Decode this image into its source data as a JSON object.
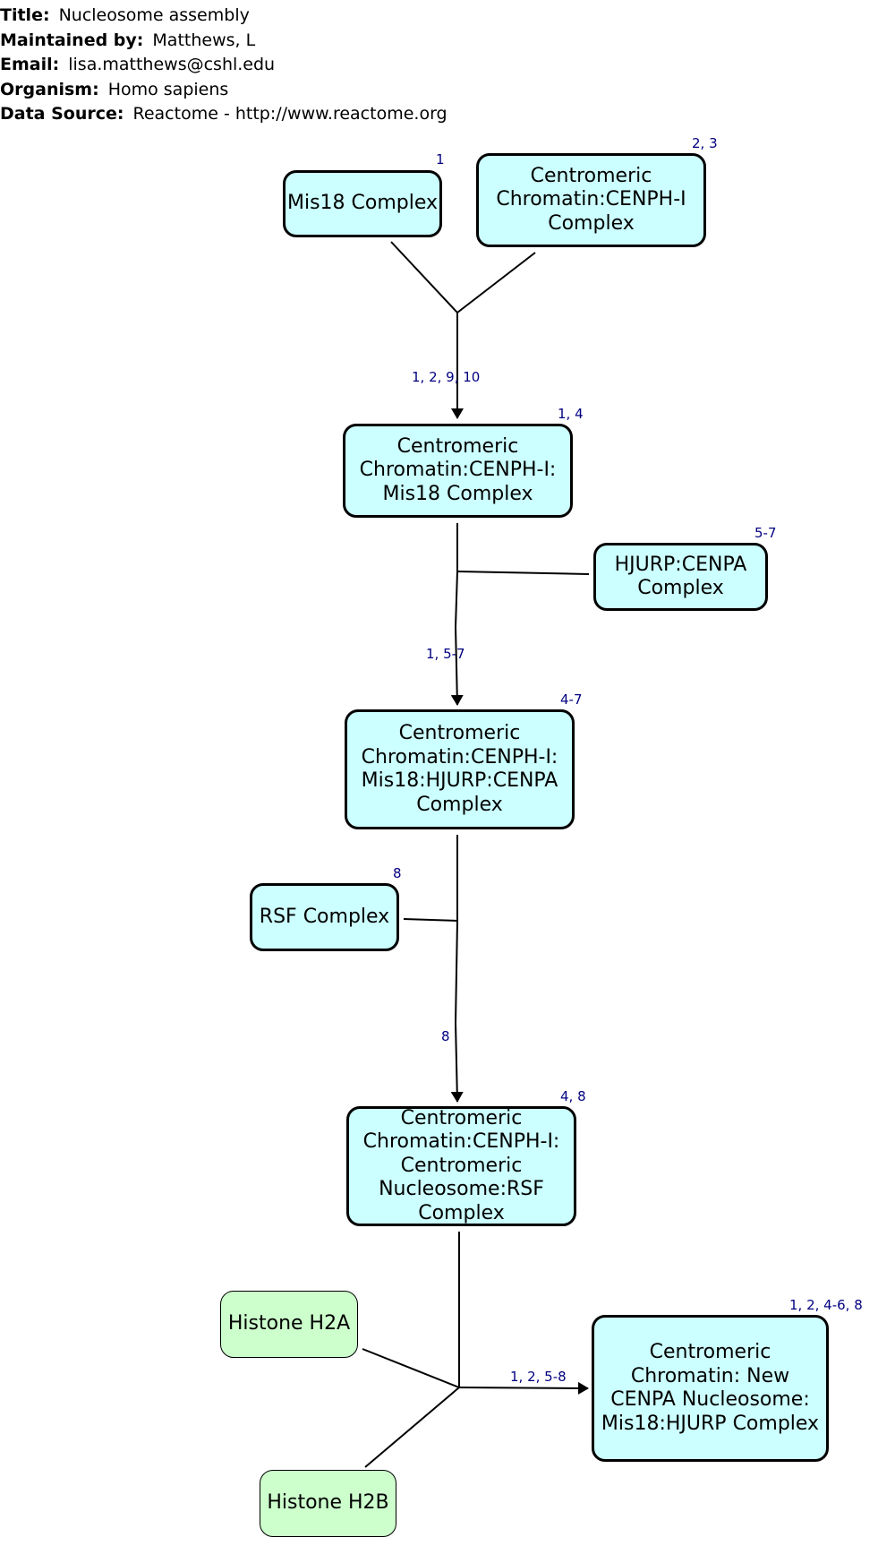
{
  "header": {
    "title_label": "Title:",
    "title": "Nucleosome assembly",
    "maintainer_label": "Maintained by:",
    "maintainer": "Matthews, L",
    "email_label": "Email:",
    "email": "lisa.matthews@cshl.edu",
    "organism_label": "Organism:",
    "organism": "Homo sapiens",
    "source_label": "Data Source:",
    "source": "Reactome - http://www.reactome.org"
  },
  "nodes": {
    "mis18": {
      "label": "Mis18 Complex",
      "refs": "1"
    },
    "cenph_i": {
      "label": "Centromeric\nChromatin:CENPH-I\nComplex",
      "refs": "2, 3"
    },
    "cenph_mis18": {
      "label": "Centromeric\nChromatin:CENPH-I:\nMis18 Complex",
      "refs": "1, 4"
    },
    "hjurp_cenpa": {
      "label": "HJURP:CENPA\nComplex",
      "refs": "5-7"
    },
    "cenph_mis18_hjurp": {
      "label": "Centromeric\nChromatin:CENPH-I:\nMis18:HJURP:CENPA\nComplex",
      "refs": "4-7"
    },
    "rsf": {
      "label": "RSF Complex",
      "refs": "8"
    },
    "cenph_nucleosome_rsf": {
      "label": "Centromeric\nChromatin:CENPH-I:\nCentromeric\nNucleosome:RSF\nComplex",
      "refs": "4, 8"
    },
    "h2a": {
      "label": "Histone H2A"
    },
    "h2b": {
      "label": "Histone H2B"
    },
    "new_cenpa": {
      "label": "Centromeric\nChromatin: New\nCENPA Nucleosome:\nMis18:HJURP Complex",
      "refs": "1, 2, 4-6, 8"
    }
  },
  "reactions": {
    "r1": "1, 2, 9, 10",
    "r2": "1, 5-7",
    "r3": "8",
    "r4": "1, 2, 5-8"
  }
}
